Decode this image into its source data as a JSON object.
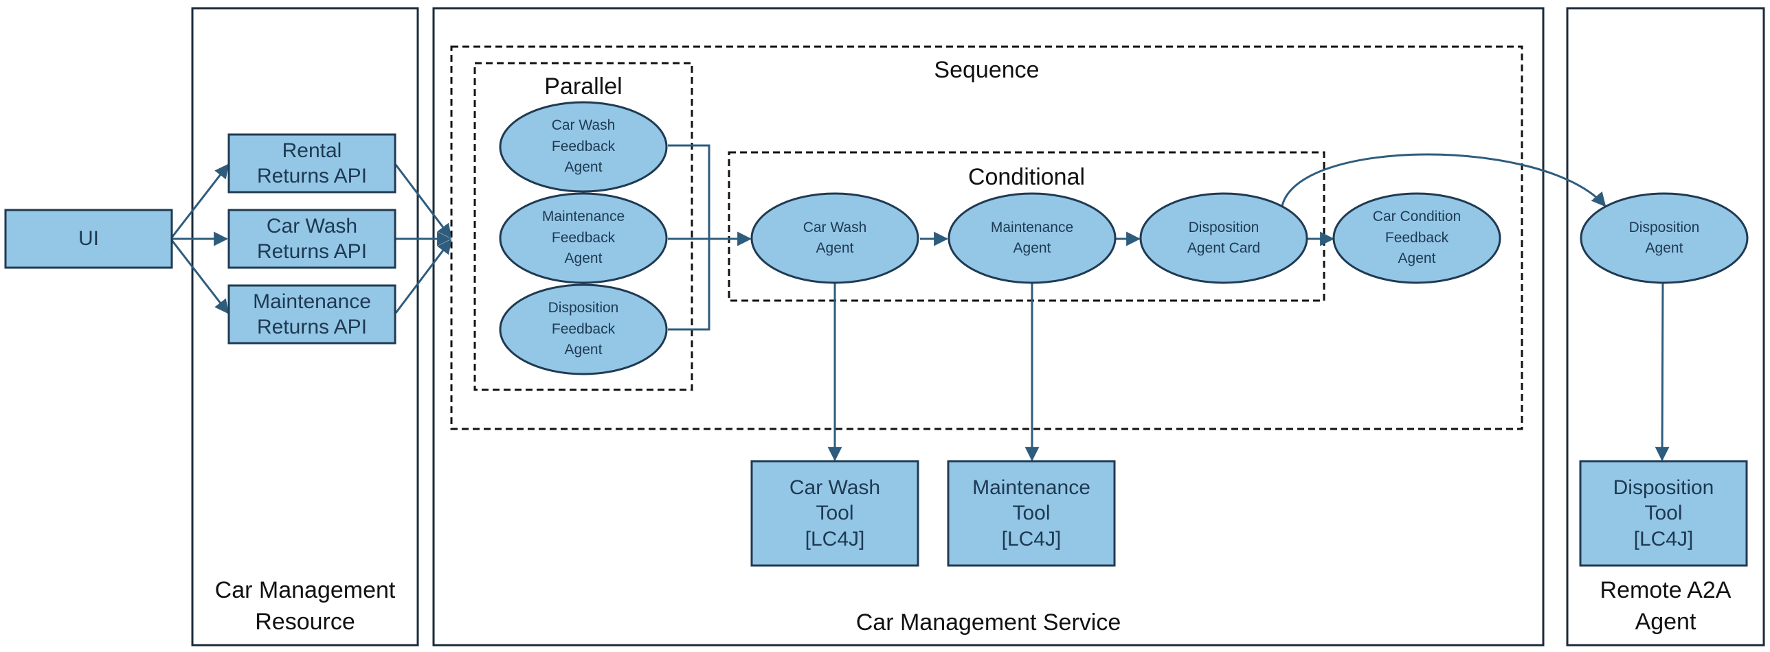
{
  "colors": {
    "fill": "#94c6e6",
    "stroke": "#1f3a52",
    "arrow": "#2e5c7d",
    "frame": "#1a2a3a"
  },
  "containers": {
    "resource": "Car Management\nResource",
    "service": "Car Management Service",
    "remote": "Remote A2A\nAgent"
  },
  "groups": {
    "sequence": "Sequence",
    "parallel": "Parallel",
    "conditional": "Conditional"
  },
  "boxes": {
    "ui": "UI",
    "rental_api": "Rental\nReturns API",
    "carwash_api": "Car Wash\nReturns API",
    "maintenance_api": "Maintenance\nReturns API",
    "carwash_tool": "Car Wash\nTool\n[LC4J]",
    "maintenance_tool": "Maintenance\nTool\n[LC4J]",
    "disposition_tool": "Disposition\nTool\n[LC4J]"
  },
  "agents": {
    "carwash_feedback": "Car Wash\nFeedback\nAgent",
    "maintenance_feedback": "Maintenance\nFeedback\nAgent",
    "disposition_feedback": "Disposition\nFeedback\nAgent",
    "carwash_agent": "Car Wash\nAgent",
    "maintenance_agent": "Maintenance\nAgent",
    "disposition_card": "Disposition\nAgent Card",
    "car_condition_feedback": "Car Condition\nFeedback\nAgent",
    "remote_disposition": "Disposition\nAgent"
  }
}
